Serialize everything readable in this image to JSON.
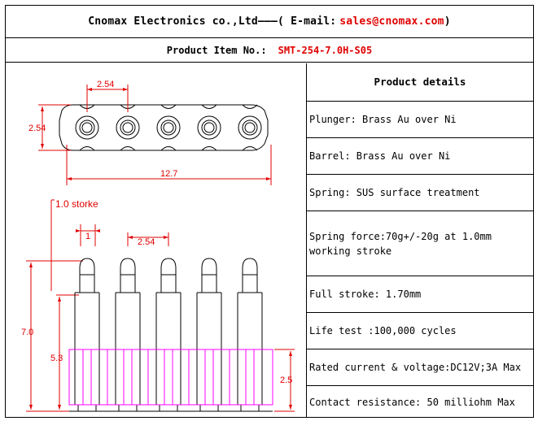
{
  "header": {
    "company": "Cnomax Electronics co.,Ltd———( E-mail:",
    "email": "sales@cnomax.com",
    "closing": ")"
  },
  "product": {
    "label": "Product Item No.:",
    "item_no": "SMT-254-7.0H-S05"
  },
  "details": {
    "title": "Product details",
    "rows": [
      "Plunger: Brass Au over Ni",
      "Barrel: Brass Au over Ni",
      "Spring: SUS surface treatment",
      "Spring force:70g+/-20g at 1.0mm working stroke",
      "Full stroke: 1.70mm",
      "Life test :100,000 cycles",
      "Rated current & voltage:DC12V;3A Max",
      "Contact resistance: 50 milliohm Max"
    ]
  },
  "drawing": {
    "dim_pitch_top": "2.54",
    "dim_height_top": "2.54",
    "dim_length": "12.7",
    "note_stroke": "1.0 storke",
    "dim_plunger": "1",
    "dim_pitch_side": "2.54",
    "dim_total_height": "7.0",
    "dim_body_height": "5.3",
    "dim_base_height": "2.5",
    "colors": {
      "dimension": "#e00000",
      "outline": "#000000",
      "base": "#ff00ff"
    }
  }
}
